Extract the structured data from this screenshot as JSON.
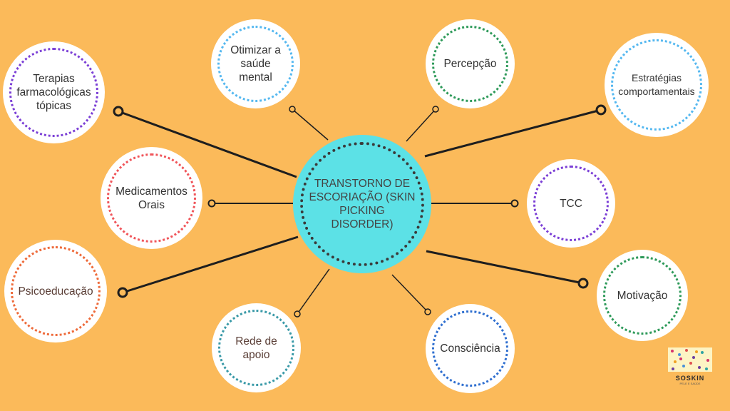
{
  "center": {
    "label": "TRANSTORNO DE ESCORIAÇÃO (SKIN PICKING DISORDER)",
    "color": "#5ce1e6"
  },
  "nodes": [
    {
      "id": "terapias",
      "label": "Terapias farmacológicas tópicas",
      "ring_color": "#7b3fd6"
    },
    {
      "id": "otimizar",
      "label": "Otimizar a saúde mental",
      "ring_color": "#55b8f0"
    },
    {
      "id": "percepcao",
      "label": "Percepção",
      "ring_color": "#2e9a5a"
    },
    {
      "id": "estrategias",
      "label": "Estratégias comportamentais",
      "ring_color": "#55b8f0"
    },
    {
      "id": "medicamentos",
      "label": "Medicamentos Orais",
      "ring_color": "#f0555a"
    },
    {
      "id": "tcc",
      "label": "TCC",
      "ring_color": "#7b3fd6"
    },
    {
      "id": "psicoeducacao",
      "label": "Psicoeducação",
      "ring_color": "#ee6a3a"
    },
    {
      "id": "motivacao",
      "label": "Motivação",
      "ring_color": "#2e9a5a"
    },
    {
      "id": "rede",
      "label": "Rede de apoio",
      "ring_color": "#3a9aa8"
    },
    {
      "id": "consciencia",
      "label": "Consciência",
      "ring_color": "#2f6fd0"
    }
  ],
  "logo": {
    "name": "SOSKIN",
    "tagline": "PELE E SAÚDE"
  },
  "colors": {
    "background": "#fbba5a",
    "line": "#1e1e1e"
  }
}
